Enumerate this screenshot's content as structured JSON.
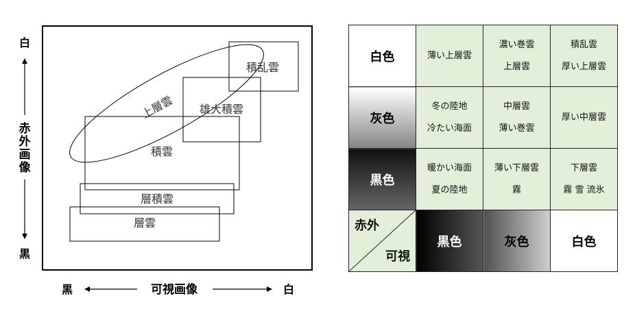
{
  "diagram": {
    "y_axis": {
      "top": "白",
      "label": [
        "赤",
        "外",
        "画",
        "像"
      ],
      "bottom": "黒"
    },
    "x_axis": {
      "left": "黒",
      "label": "可視画像",
      "right": "白"
    },
    "clouds": {
      "cumulonimbus": "積乱雲",
      "cirrus": "上層雲",
      "towering_cumulus": "雄大積雲",
      "cumulus": "積雲",
      "stratocumulus": "層積雲",
      "stratus": "層雲"
    }
  },
  "table": {
    "corner": {
      "row_label": "赤外",
      "col_label": "可視"
    },
    "rows": [
      {
        "header": "白色",
        "cells": [
          [
            "薄い上層雲"
          ],
          [
            "濃い巻雲",
            "上層雲"
          ],
          [
            "積乱雲",
            "厚い上層雲"
          ]
        ]
      },
      {
        "header": "灰色",
        "cells": [
          [
            "冬の陸地",
            "冷たい海面"
          ],
          [
            "中層雲",
            "薄い巻雲"
          ],
          [
            "厚い中層雲"
          ]
        ]
      },
      {
        "header": "黒色",
        "cells": [
          [
            "暖かい海面",
            "夏の陸地"
          ],
          [
            "薄い下層雲",
            "霧"
          ],
          [
            "下層雲",
            "霧 雪 流氷"
          ]
        ]
      }
    ],
    "columns": [
      "黒色",
      "灰色",
      "白色"
    ]
  }
}
